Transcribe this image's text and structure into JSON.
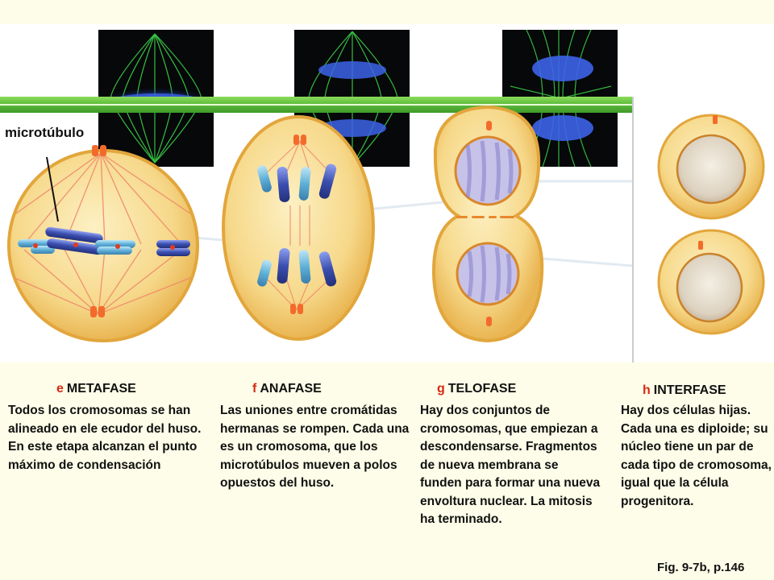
{
  "labels": {
    "microtubule": "microtúbulo"
  },
  "stages": [
    {
      "letter": "e",
      "name": "METAFASE",
      "text": "Todos los cromosomas se han alineado en ele ecudor del huso. En este etapa alcanzan el punto máximo de condensación"
    },
    {
      "letter": "f",
      "name": "ANAFASE",
      "text": "Las uniones entre cromátidas hermanas se rompen. Cada una es un cromosoma, que los microtúbulos mueven a polos opuestos del huso."
    },
    {
      "letter": "g",
      "name": "TELOFASE",
      "text": "Hay dos conjuntos de cromosomas, que empiezan a descondensarse. Fragmentos de nueva membrana se funden para formar una nueva envoltura nuclear. La mitosis ha terminado."
    },
    {
      "letter": "h",
      "name": "INTERFASE",
      "text": "Hay dos células hijas. Cada una es diploide; su núcleo tiene un par de cada tipo de cromosoma, igual que la célula progenitora."
    }
  ],
  "figure_ref": "Fig. 9-7b, p.146",
  "colors": {
    "cell_fill": "#f6d889",
    "cell_edge": "#e2a63c",
    "timeline": "#5cb83a",
    "stage_letter": "#d62a12",
    "chromosome_dark": "#3b4fb0",
    "chromosome_light": "#5fb0d8"
  }
}
